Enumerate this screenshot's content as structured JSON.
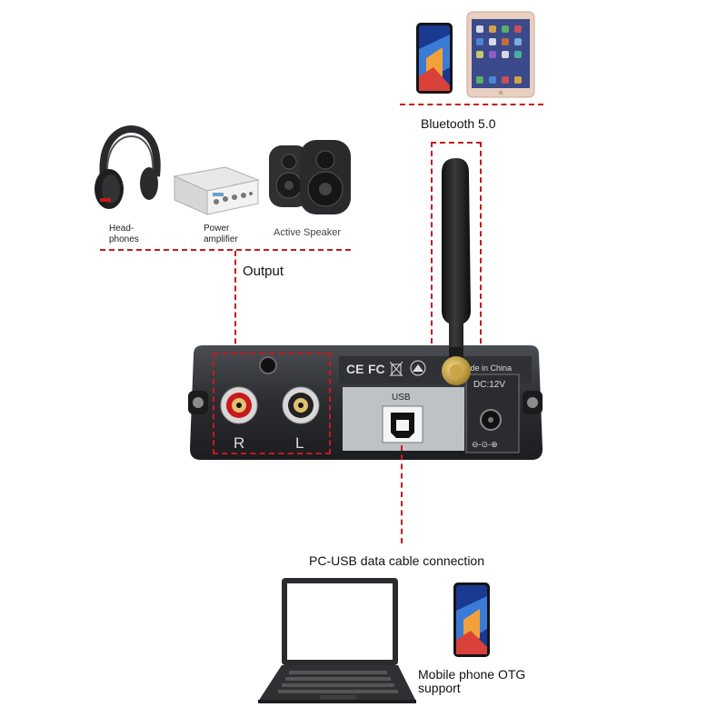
{
  "colors": {
    "accent": "#c8191e",
    "device_body": "#2b2d30",
    "panel": "#cfd2d4"
  },
  "sections": {
    "bluetooth": {
      "label": "Bluetooth 5.0"
    },
    "output": {
      "label": "Output",
      "devices": [
        {
          "icon": "headphones-icon",
          "label": "Head-\nphones"
        },
        {
          "icon": "power-amplifier-icon",
          "label": "Power\namplifier"
        },
        {
          "icon": "active-speaker-icon",
          "label": "Active Speaker"
        }
      ]
    },
    "usb": {
      "label": "PC-USB data cable connection"
    },
    "otg": {
      "label": "Mobile phone OTG\nsupport"
    }
  },
  "device_panel": {
    "usb_text": "USB",
    "dc_text": "DC:12V",
    "made_in": "Made in China",
    "channel_r": "R",
    "channel_l": "L",
    "cert_ce": "CE",
    "cert_fc": "FC"
  }
}
